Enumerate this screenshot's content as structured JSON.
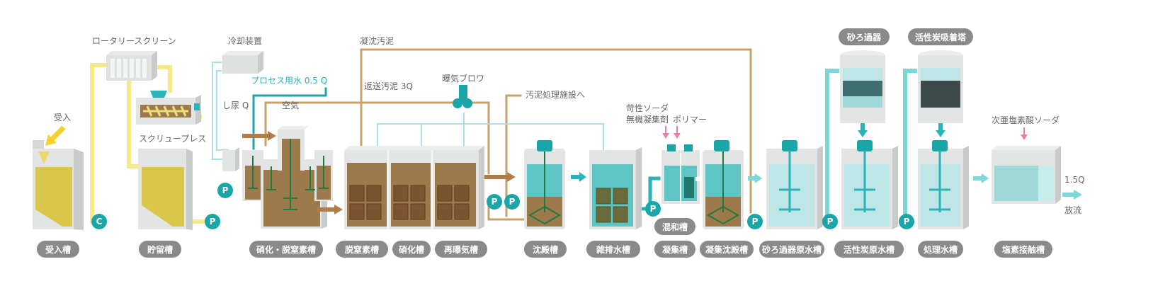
{
  "colors": {
    "yellow_pipe": "#f5e98a",
    "tan_pipe": "#c9a06a",
    "brown_arrow": "#b07c48",
    "light_teal_pipe": "#7fd6d8",
    "teal": "#1aa6a8",
    "pill_bg": "#8a8a8a",
    "tank_grey": "#d6d8d8",
    "sludge_brown": "#9c7a4c",
    "water_teal": "#5fc4c4",
    "yellow_fill": "#d9c64a",
    "pink_arrow": "#e87fa6"
  },
  "labels": {
    "rotary_screen": "ロータリースクリーン",
    "cooler": "冷却装置",
    "coagulated_sludge": "凝沈汚泥",
    "process_water": "プロセス用水 0.5 Q",
    "return_sludge": "返送汚泥 3Q",
    "aeration_blower": "曝気ブロワ",
    "to_sludge_facility": "汚泥処理施設へ",
    "night_soil": "し尿 Q",
    "air": "空気",
    "intake": "受入",
    "screw_press": "スクリュープレス",
    "caustic_soda": "苛性ソーダ",
    "inorganic_coagulant": "無機凝集剤",
    "polymer": "ポリマー",
    "hypochlorite": "次亜塩素酸ソーダ",
    "outflow_rate": "1.5Q",
    "discharge": "放流"
  },
  "top_pills": {
    "sand_filter": "砂ろ過器",
    "carbon_tower": "活性炭吸着塔"
  },
  "tank_labels": [
    "受入槽",
    "貯留槽",
    "硝化・脱窒素槽",
    "脱窒素槽",
    "硝化槽",
    "再曝気槽",
    "沈殿槽",
    "雑排水槽",
    "凝集槽",
    "混和槽",
    "凝集沈殿槽",
    "砂ろ過器原水槽",
    "活性炭原水槽",
    "処理水槽",
    "塩素接触槽"
  ],
  "pump_labels": {
    "c_pump": "C",
    "p_pump": "P"
  }
}
